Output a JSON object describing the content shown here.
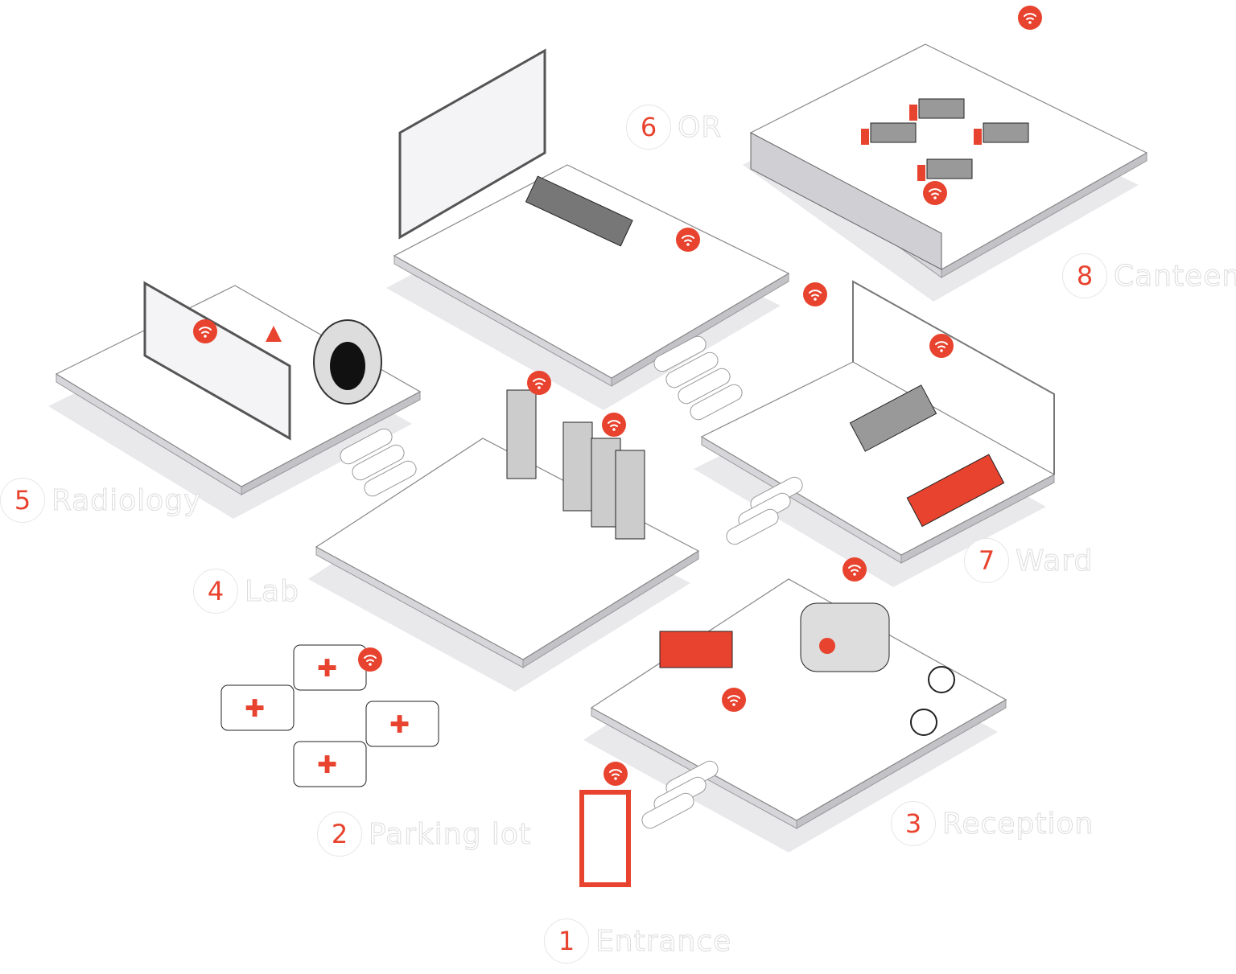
{
  "accent_color": "#e8432e",
  "badge_icon": "wifi-signal-icon",
  "zones": [
    {
      "number": "1",
      "name": "Entrance"
    },
    {
      "number": "2",
      "name": "Parking lot"
    },
    {
      "number": "3",
      "name": "Reception"
    },
    {
      "number": "4",
      "name": "Lab"
    },
    {
      "number": "5",
      "name": "Radiology"
    },
    {
      "number": "6",
      "name": "OR"
    },
    {
      "number": "7",
      "name": "Ward"
    },
    {
      "number": "8",
      "name": "Canteen"
    }
  ]
}
